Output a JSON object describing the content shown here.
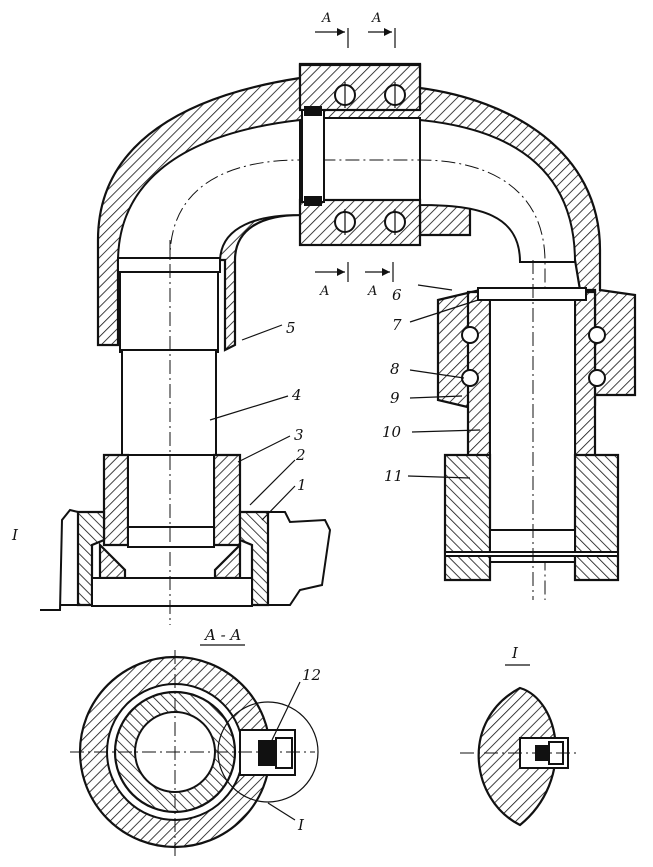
{
  "figure": {
    "section_marks": {
      "top_left": "A",
      "top_right": "A",
      "mid_left": "A",
      "mid_right": "A"
    },
    "part_numbers": [
      "1",
      "2",
      "3",
      "4",
      "5",
      "6",
      "7",
      "8",
      "9",
      "10",
      "11",
      "12"
    ],
    "labels": {
      "p1": "1",
      "p2": "2",
      "p3": "3",
      "p4": "4",
      "p5": "5",
      "p6": "6",
      "p7": "7",
      "p8": "8",
      "p9": "9",
      "p10": "10",
      "p11": "11",
      "p12": "12",
      "detail_mark_main": "I",
      "detail_mark_section": "I"
    },
    "section_title": "A - A",
    "detail_title": "I"
  }
}
